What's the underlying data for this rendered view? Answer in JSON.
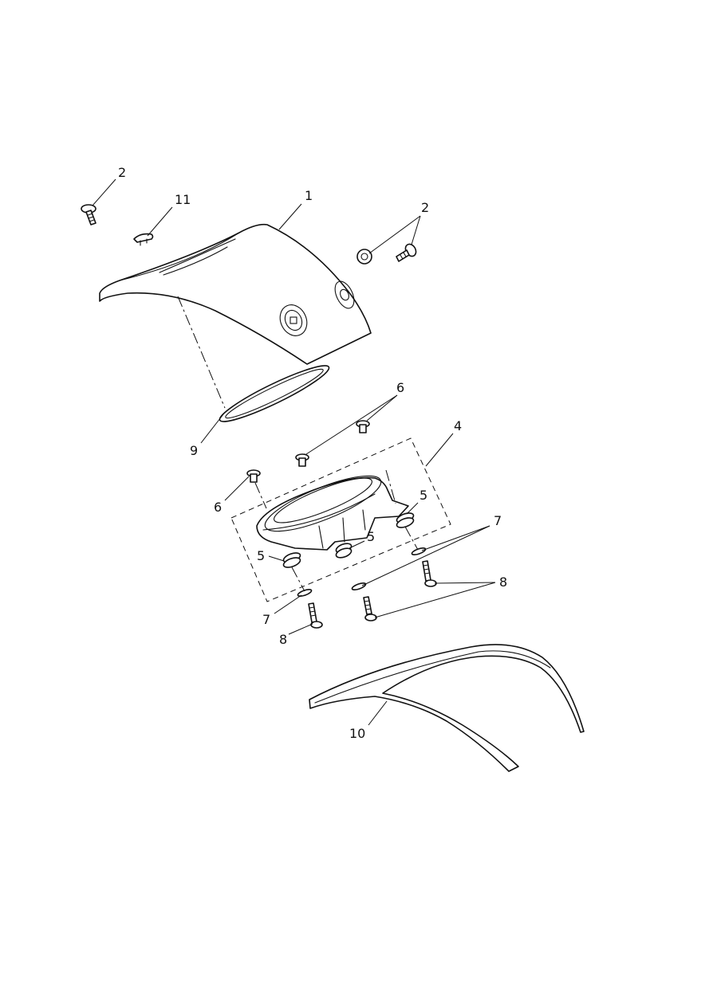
{
  "callouts": {
    "c1": "1",
    "c2a": "2",
    "c2b": "2",
    "c4": "4",
    "c5a": "5",
    "c5b": "5",
    "c5c": "5",
    "c6a": "6",
    "c6b": "6",
    "c7a": "7",
    "c7b": "7",
    "c8a": "8",
    "c8b": "8",
    "c9": "9",
    "c10": "10",
    "c11": "11"
  },
  "colors": {
    "line": "#111111",
    "background": "#ffffff"
  }
}
